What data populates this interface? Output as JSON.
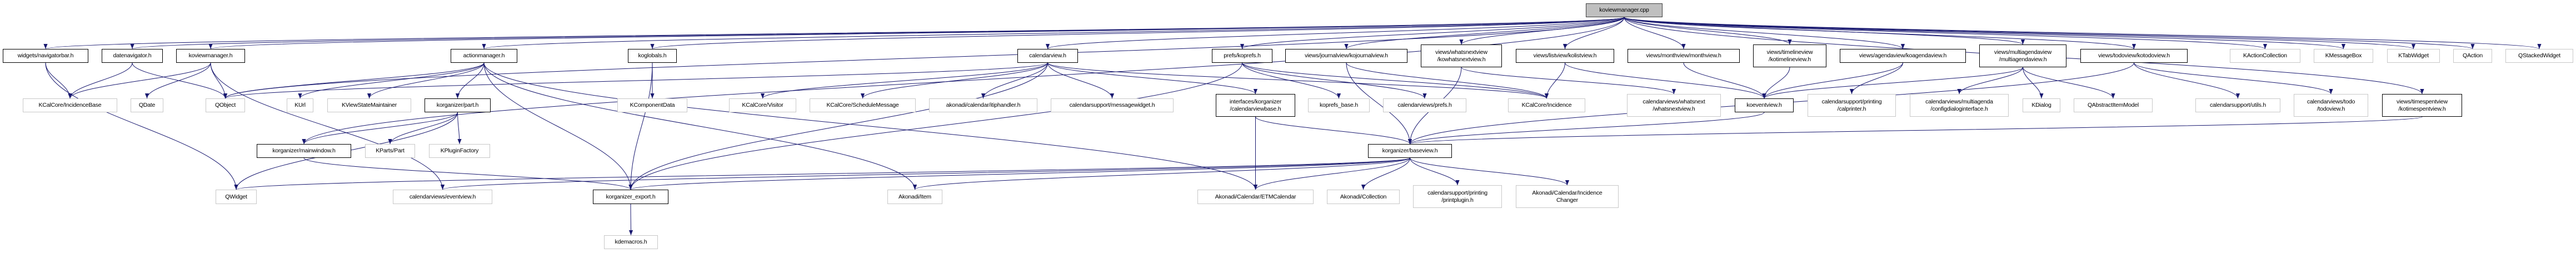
{
  "graph": {
    "colors": {
      "edge": "#191970",
      "root_fill": "#bfbfbf",
      "file_border": "#000000",
      "external_border": "#c8c8c8"
    },
    "nodes": [
      {
        "id": "cpp",
        "label": "koviewmanager.cpp",
        "kind": "root"
      },
      {
        "id": "navbar",
        "label": "widgets/navigatorbar.h",
        "kind": "file"
      },
      {
        "id": "datenav",
        "label": "datenavigator.h",
        "kind": "file"
      },
      {
        "id": "kvmh",
        "label": "koviewmanager.h",
        "kind": "file"
      },
      {
        "id": "actmgr",
        "label": "actionmanager.h",
        "kind": "file"
      },
      {
        "id": "koglobals",
        "label": "koglobals.h",
        "kind": "file"
      },
      {
        "id": "calview",
        "label": "calendarview.h",
        "kind": "file"
      },
      {
        "id": "koprefs",
        "label": "prefs/koprefs.h",
        "kind": "file"
      },
      {
        "id": "journal",
        "label": "views/journalview/kojournalview.h",
        "kind": "file"
      },
      {
        "id": "whatsnext",
        "label": "views/whatsnextview\n/kowhatsnextview.h",
        "kind": "file"
      },
      {
        "id": "listview",
        "label": "views/listview/kolistview.h",
        "kind": "file"
      },
      {
        "id": "monthview",
        "label": "views/monthview/monthview.h",
        "kind": "file"
      },
      {
        "id": "timeline",
        "label": "views/timelineview\n/kotimelineview.h",
        "kind": "file"
      },
      {
        "id": "agenda",
        "label": "views/agendaview/koagendaview.h",
        "kind": "file"
      },
      {
        "id": "multiagenda",
        "label": "views/multiagendaview\n/multiagendaview.h",
        "kind": "file"
      },
      {
        "id": "todoview",
        "label": "views/todoview/kotodoview.h",
        "kind": "file"
      },
      {
        "id": "kactcoll",
        "label": "KActionCollection",
        "kind": "ext"
      },
      {
        "id": "kmsgbox",
        "label": "KMessageBox",
        "kind": "ext"
      },
      {
        "id": "ktabw",
        "label": "KTabWidget",
        "kind": "ext"
      },
      {
        "id": "qaction",
        "label": "QAction",
        "kind": "ext"
      },
      {
        "id": "qstacked",
        "label": "QStackedWidget",
        "kind": "ext"
      },
      {
        "id": "incbase",
        "label": "KCalCore/IncidenceBase",
        "kind": "ext"
      },
      {
        "id": "qdate",
        "label": "QDate",
        "kind": "ext"
      },
      {
        "id": "qobject",
        "label": "QObject",
        "kind": "ext"
      },
      {
        "id": "kurl",
        "label": "KUrl",
        "kind": "ext"
      },
      {
        "id": "kvsm",
        "label": "KViewStateMaintainer",
        "kind": "ext"
      },
      {
        "id": "part",
        "label": "korganizer/part.h",
        "kind": "file"
      },
      {
        "id": "kcompdata",
        "label": "KComponentData",
        "kind": "ext"
      },
      {
        "id": "visitor",
        "label": "KCalCore/Visitor",
        "kind": "ext"
      },
      {
        "id": "schedmsg",
        "label": "KCalCore/ScheduleMessage",
        "kind": "ext"
      },
      {
        "id": "itip",
        "label": "akonadi/calendar/itiphandler.h",
        "kind": "ext"
      },
      {
        "id": "msgwidget",
        "label": "calendarsupport/messagewidget.h",
        "kind": "ext"
      },
      {
        "id": "cvbase",
        "label": "interfaces/korganizer\n/calendarviewbase.h",
        "kind": "file"
      },
      {
        "id": "koprefsbase",
        "label": "koprefs_base.h",
        "kind": "ext"
      },
      {
        "id": "cvprefs",
        "label": "calendarviews/prefs.h",
        "kind": "ext"
      },
      {
        "id": "incidence",
        "label": "KCalCore/Incidence",
        "kind": "ext"
      },
      {
        "id": "wnview",
        "label": "calendarviews/whatsnext\n/whatsnextview.h",
        "kind": "ext"
      },
      {
        "id": "koevent",
        "label": "koeventview.h",
        "kind": "file"
      },
      {
        "id": "calprinter",
        "label": "calendarsupport/printing\n/calprinter.h",
        "kind": "ext"
      },
      {
        "id": "cfgdlg",
        "label": "calendarviews/multiagenda\n/configdialoginterface.h",
        "kind": "ext"
      },
      {
        "id": "kdialog",
        "label": "KDialog",
        "kind": "ext"
      },
      {
        "id": "qaim",
        "label": "QAbstractItemModel",
        "kind": "ext"
      },
      {
        "id": "csutils",
        "label": "calendarsupport/utils.h",
        "kind": "ext"
      },
      {
        "id": "cvtodo",
        "label": "calendarviews/todo\n/todoview.h",
        "kind": "ext"
      },
      {
        "id": "timespent",
        "label": "views/timespentview\n/kotimespentview.h",
        "kind": "file"
      },
      {
        "id": "mainwin",
        "label": "korganizer/mainwindow.h",
        "kind": "file"
      },
      {
        "id": "kparts",
        "label": "KParts/Part",
        "kind": "ext"
      },
      {
        "id": "kplugin",
        "label": "KPluginFactory",
        "kind": "ext"
      },
      {
        "id": "baseview",
        "label": "korganizer/baseview.h",
        "kind": "file"
      },
      {
        "id": "qwidget",
        "label": "QWidget",
        "kind": "ext"
      },
      {
        "id": "eventview",
        "label": "calendarviews/eventview.h",
        "kind": "ext"
      },
      {
        "id": "export",
        "label": "korganizer_export.h",
        "kind": "file"
      },
      {
        "id": "akitem",
        "label": "Akonadi/Item",
        "kind": "ext"
      },
      {
        "id": "etm",
        "label": "Akonadi/Calendar/ETMCalendar",
        "kind": "ext"
      },
      {
        "id": "akcoll",
        "label": "Akonadi/Collection",
        "kind": "ext"
      },
      {
        "id": "printplugin",
        "label": "calendarsupport/printing\n/printplugin.h",
        "kind": "ext"
      },
      {
        "id": "incchanger",
        "label": "Akonadi/Calendar/Incidence\nChanger",
        "kind": "ext"
      },
      {
        "id": "kdemacros",
        "label": "kdemacros.h",
        "kind": "ext"
      }
    ],
    "edges": [
      [
        "cpp",
        "navbar"
      ],
      [
        "cpp",
        "datenav"
      ],
      [
        "cpp",
        "kvmh"
      ],
      [
        "cpp",
        "actmgr"
      ],
      [
        "cpp",
        "koglobals"
      ],
      [
        "cpp",
        "calview"
      ],
      [
        "cpp",
        "koprefs"
      ],
      [
        "cpp",
        "journal"
      ],
      [
        "cpp",
        "whatsnext"
      ],
      [
        "cpp",
        "listview"
      ],
      [
        "cpp",
        "monthview"
      ],
      [
        "cpp",
        "timeline"
      ],
      [
        "cpp",
        "agenda"
      ],
      [
        "cpp",
        "multiagenda"
      ],
      [
        "cpp",
        "todoview"
      ],
      [
        "cpp",
        "kactcoll"
      ],
      [
        "cpp",
        "kmsgbox"
      ],
      [
        "cpp",
        "ktabw"
      ],
      [
        "cpp",
        "qaction"
      ],
      [
        "cpp",
        "qstacked"
      ],
      [
        "cpp",
        "timespent"
      ],
      [
        "cpp",
        "mainwin"
      ],
      [
        "cpp",
        "qobject"
      ],
      [
        "navbar",
        "incbase"
      ],
      [
        "navbar",
        "qwidget"
      ],
      [
        "datenav",
        "incbase"
      ],
      [
        "datenav",
        "qobject"
      ],
      [
        "kvmh",
        "incbase"
      ],
      [
        "kvmh",
        "qdate"
      ],
      [
        "kvmh",
        "qobject"
      ],
      [
        "kvmh",
        "eventview"
      ],
      [
        "actmgr",
        "qobject"
      ],
      [
        "actmgr",
        "kurl"
      ],
      [
        "actmgr",
        "kvsm"
      ],
      [
        "actmgr",
        "part"
      ],
      [
        "actmgr",
        "export"
      ],
      [
        "actmgr",
        "akitem"
      ],
      [
        "actmgr",
        "etm"
      ],
      [
        "koglobals",
        "kcompdata"
      ],
      [
        "koglobals",
        "export"
      ],
      [
        "calview",
        "visitor"
      ],
      [
        "calview",
        "schedmsg"
      ],
      [
        "calview",
        "itip"
      ],
      [
        "calview",
        "msgwidget"
      ],
      [
        "calview",
        "cvbase"
      ],
      [
        "calview",
        "incidence"
      ],
      [
        "calview",
        "export"
      ],
      [
        "calview",
        "qobject"
      ],
      [
        "part",
        "qwidget"
      ],
      [
        "part",
        "mainwin"
      ],
      [
        "part",
        "kparts"
      ],
      [
        "part",
        "kplugin"
      ],
      [
        "mainwin",
        "export"
      ],
      [
        "export",
        "kdemacros"
      ],
      [
        "cvbase",
        "etm"
      ],
      [
        "cvbase",
        "baseview"
      ],
      [
        "koprefs",
        "export"
      ],
      [
        "koprefs",
        "koprefsbase"
      ],
      [
        "koprefs",
        "cvprefs"
      ],
      [
        "koprefs",
        "incidence"
      ],
      [
        "journal",
        "incidence"
      ],
      [
        "journal",
        "baseview"
      ],
      [
        "whatsnext",
        "wnview"
      ],
      [
        "whatsnext",
        "baseview"
      ],
      [
        "listview",
        "incidence"
      ],
      [
        "listview",
        "koevent"
      ],
      [
        "monthview",
        "koevent"
      ],
      [
        "timeline",
        "koevent"
      ],
      [
        "agenda",
        "koevent"
      ],
      [
        "agenda",
        "calprinter"
      ],
      [
        "multiagenda",
        "koevent"
      ],
      [
        "multiagenda",
        "cfgdlg"
      ],
      [
        "multiagenda",
        "kdialog"
      ],
      [
        "multiagenda",
        "qaim"
      ],
      [
        "todoview",
        "baseview"
      ],
      [
        "todoview",
        "csutils"
      ],
      [
        "todoview",
        "cvtodo"
      ],
      [
        "timespent",
        "baseview"
      ],
      [
        "koevent",
        "baseview"
      ],
      [
        "baseview",
        "qwidget"
      ],
      [
        "baseview",
        "eventview"
      ],
      [
        "baseview",
        "export"
      ],
      [
        "baseview",
        "akitem"
      ],
      [
        "baseview",
        "etm"
      ],
      [
        "baseview",
        "akcoll"
      ],
      [
        "baseview",
        "printplugin"
      ],
      [
        "baseview",
        "incchanger"
      ]
    ]
  }
}
